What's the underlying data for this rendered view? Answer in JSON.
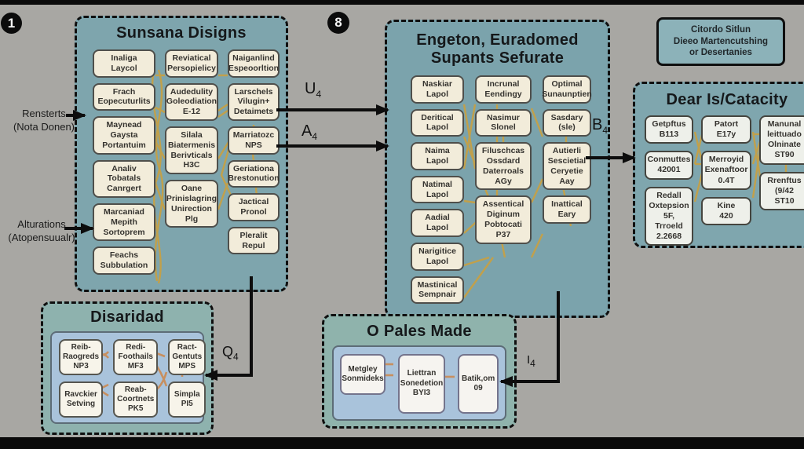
{
  "appearance": {
    "background": "#a8a7a3",
    "panel_teal": "#7ea5ad",
    "subpanel_blue": "#a9c3db",
    "node_cream": "#f2ecda",
    "connector_gold": "#c9a041",
    "arrow_black": "#0d0d0d"
  },
  "badges": {
    "panel1": "1",
    "panel2": "8"
  },
  "side_labels": {
    "rensterts": "Rensterts\n(Nota Donen)",
    "alturations": "Alturations\n(Atopensuualr)"
  },
  "arrow_labels": {
    "u": {
      "base": "U",
      "sub": "4"
    },
    "a": {
      "base": "A",
      "sub": "4"
    },
    "b": {
      "base": "B",
      "sub": "4"
    },
    "q": {
      "base": "Q",
      "sub": "4"
    },
    "i": {
      "base": "I",
      "sub": "4"
    }
  },
  "panels": {
    "sunsana": {
      "title": "Sunsana Disigns",
      "columns": [
        [
          "Inaliga\nLaycol",
          "Frach\nEopecuturlits",
          "Maynead\nGaysta\nPortantuim",
          "Analiv\nTobatals\nCanrgert",
          "Marcaniad\nMepith\nSortoprem",
          "Feachs\nSubbulation"
        ],
        [
          "Reviatical\nPersopielicy",
          "Audedulity\nGoleodiation\nE-12",
          "Silala\nBiatermenis\nBerivticals\nH3C",
          "Oane\nPrinislagring\nUnirection\nPlg"
        ],
        [
          "Naiganlind\nEspeoorltion",
          "Larschels\nVilugin+\nDetaimets",
          "Marriatozc\nNPS",
          "Geriationa\nBrestonution",
          "Jactical\nPronol",
          "Pleralit\nRepul"
        ]
      ]
    },
    "engeton": {
      "title": "Engeton, Euradomed\nSupants Sefurate",
      "columns": [
        [
          "Naskiar\nLapol",
          "Deritical\nLapol",
          "Naima\nLapol",
          "Natimal\nLapol",
          "Aadial\nLapol",
          "Narigitice\nLapol",
          "Mastinical\nSempnair"
        ],
        [
          "Incrunal\nEendingy",
          "Nasimur\nSlonel",
          "Filuschcas\nOssdard\nDaterroals\nAGy",
          "Assentical\nDiginum\nPobtocati\nP37"
        ],
        [
          "Optimal\nSunaunptien",
          "Sasdary\n(sle)",
          "Autierli\nSescietial\nCeryetie\nAay",
          "Inattical\nEary"
        ]
      ]
    },
    "citordo": {
      "text": "Citordo Sitlun\nDieeo Martencutshing\nor Desertanies"
    },
    "dear": {
      "title": "Dear Is/Catacity",
      "columns": [
        [
          "Getpftus\nB113",
          "Conmuttes\n42001",
          "Redall\nOxtepsion\n5F, Trroeld\n2.2668"
        ],
        [
          "Patort\nE17y",
          "Merroyid\nExenaftoor\n0.4T",
          "Kine\n420"
        ],
        [
          "Manunal\nleittuado\nOlninate\nST90",
          "Rrenftus\n(9/42\nST10"
        ]
      ]
    },
    "disaridad": {
      "title": "Disaridad",
      "boxes": [
        "Reib-\nRaogreds\nNP3",
        "Redi-\nFoothails\nMF3",
        "Ract-\nGentuts\nMPS",
        "Ravckier\nSetving",
        "Reab-\nCoortnets\nPK5",
        "Simpla\nPI5"
      ]
    },
    "pales": {
      "title": "O Pales Made",
      "boxes": [
        "Metgley\nSonmideks",
        "Liettran\nSonedetion\nBYI3",
        "Batik,om\n09"
      ]
    }
  }
}
